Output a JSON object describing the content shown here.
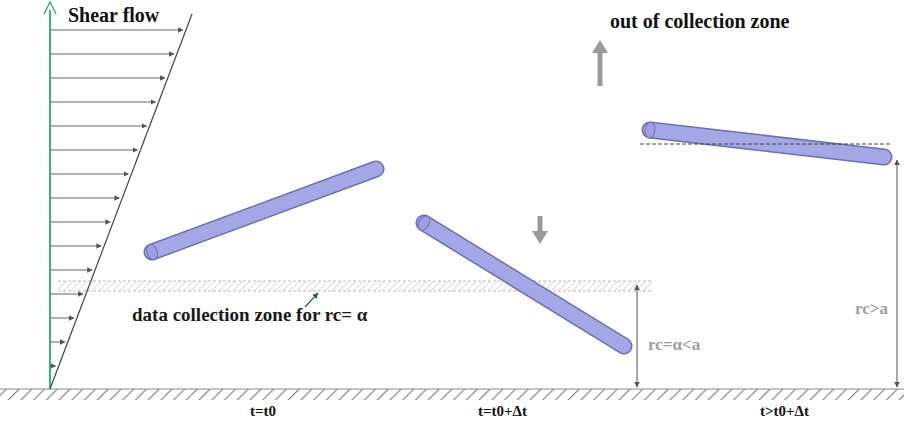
{
  "diagram": {
    "labels": [
      "Shear flow",
      "out of collection zone",
      "data collection zone for rc= α",
      "rc=α<a",
      "rc>a",
      "t=t0",
      "t=t0+Δt",
      "t>t0+Δt"
    ]
  }
}
